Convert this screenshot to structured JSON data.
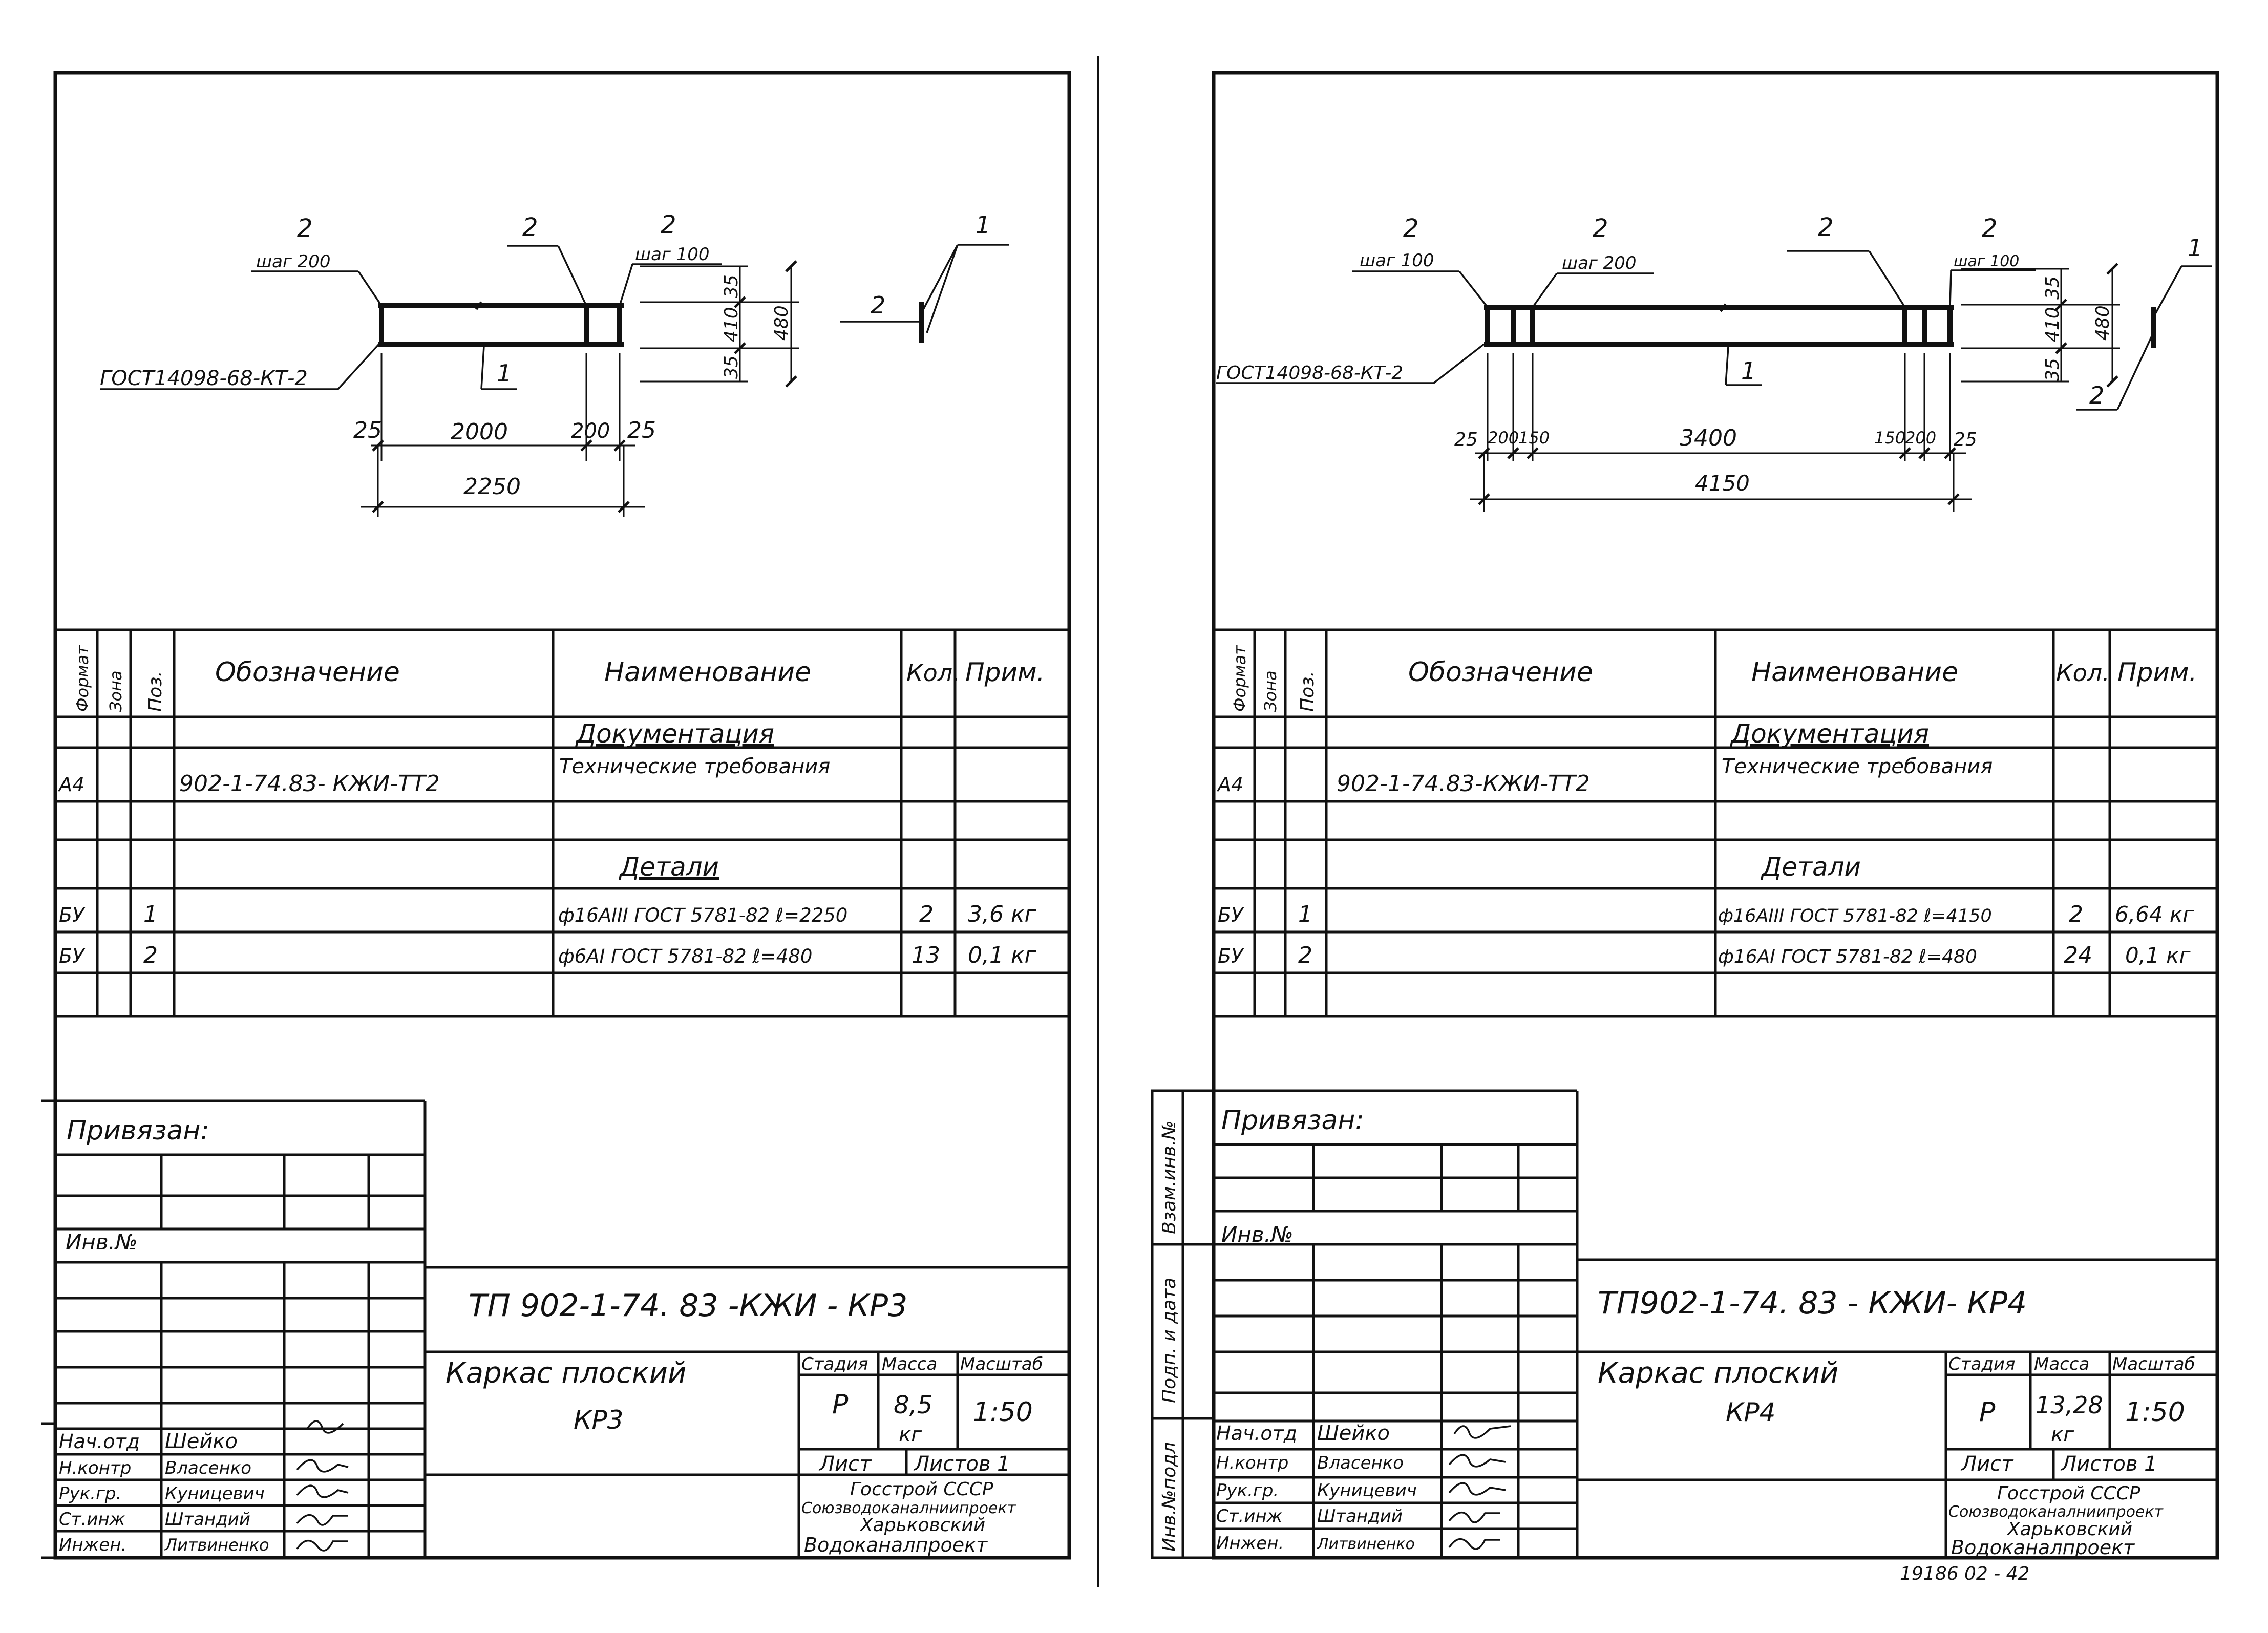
{
  "sheets": [
    {
      "drawing": {
        "callouts": [
          {
            "pos": "2",
            "note": "шаг 200"
          },
          {
            "pos": "2",
            "note": ""
          },
          {
            "pos": "2",
            "note": "шаг 100"
          },
          {
            "pos": "1",
            "note": ""
          }
        ],
        "gost_label": "ГОСТ14098-68-КТ-2",
        "bar_marker": "1",
        "section_pos1": "1",
        "section_pos2": "2",
        "height_dims": [
          "35",
          "410",
          "35",
          "480"
        ],
        "length_dims": [
          "25",
          "2000",
          "200",
          "25"
        ],
        "total_length": "2250"
      },
      "spec_table": {
        "headers": [
          "Формат",
          "Зона",
          "Поз.",
          "Обозначение",
          "Наименование",
          "Кол.",
          "Прим."
        ],
        "section_docs": "Документация",
        "section_details": "Детали",
        "rows": [
          {
            "format": "А4",
            "zone": "",
            "pos": "",
            "designation": "902-1-74.83- КЖИ-ТТ2",
            "name": "Технические требования",
            "qty": "",
            "note": ""
          },
          {
            "format": "БУ",
            "zone": "",
            "pos": "1",
            "designation": "",
            "name": "ф16АIII ГОСТ 5781-82 ℓ=2250",
            "qty": "2",
            "note": "3,6 кг"
          },
          {
            "format": "БУ",
            "zone": "",
            "pos": "2",
            "designation": "",
            "name": "ф6АI ГОСТ 5781-82 ℓ=480",
            "qty": "13",
            "note": "0,1 кг"
          }
        ]
      },
      "title_block": {
        "linked": "Привязан:",
        "inv": "Инв.№",
        "signatures": [
          {
            "role": "Нач.отд",
            "name": "Шейко"
          },
          {
            "role": "Н.контр",
            "name": "Власенко"
          },
          {
            "role": "Рук.гр.",
            "name": "Куницевич"
          },
          {
            "role": "Ст.инж",
            "name": "Штандий"
          },
          {
            "role": "Инжен.",
            "name": "Литвиненко"
          }
        ],
        "code": "ТП 902-1-74. 83    -КЖИ - КР3",
        "title_line1": "Каркас плоский",
        "title_line2": "КР3",
        "stage_label": "Стадия",
        "mass_label": "Масса",
        "scale_label": "Масштаб",
        "stage": "Р",
        "mass": "8,5",
        "mass_unit": "кг",
        "scale": "1:50",
        "sheet_label": "Лист",
        "sheets_label": "Листов 1",
        "org_line1": "Госстрой СССР",
        "org_line2": "Союзводоканалниипроект",
        "org_line3": "Харьковский",
        "org_line4": "Водоканалпроект"
      }
    },
    {
      "drawing": {
        "callouts": [
          {
            "pos": "2",
            "note": "шаг 100"
          },
          {
            "pos": "2",
            "note": "шаг 200"
          },
          {
            "pos": "2",
            "note": ""
          },
          {
            "pos": "2",
            "note": "шаг 100"
          },
          {
            "pos": "1",
            "note": ""
          }
        ],
        "gost_label": "ГОСТ14098-68-КТ-2",
        "bar_marker": "1",
        "section_pos2": "2",
        "height_dims": [
          "35",
          "410",
          "35",
          "480"
        ],
        "length_dims": [
          "25",
          "200",
          "150",
          "3400",
          "150",
          "200",
          "25"
        ],
        "total_length": "4150"
      },
      "spec_table": {
        "headers": [
          "Формат",
          "Зона",
          "Поз.",
          "Обозначение",
          "Наименование",
          "Кол.",
          "Прим."
        ],
        "section_docs": "Документация",
        "section_details": "Детали",
        "rows": [
          {
            "format": "А4",
            "zone": "",
            "pos": "",
            "designation": "902-1-74.83-КЖИ-ТТ2",
            "name": "Технические требования",
            "qty": "",
            "note": ""
          },
          {
            "format": "БУ",
            "zone": "",
            "pos": "1",
            "designation": "",
            "name": "ф16АIII ГОСТ 5781-82 ℓ=4150",
            "qty": "2",
            "note": "6,64 кг"
          },
          {
            "format": "БУ",
            "zone": "",
            "pos": "2",
            "designation": "",
            "name": "ф16АI ГОСТ 5781-82 ℓ=480",
            "qty": "24",
            "note": "0,1 кг"
          }
        ]
      },
      "title_block": {
        "linked": "Привязан:",
        "inv": "Инв.№",
        "side_labels": [
          "Инв.№подл",
          "Подп. и дата",
          "Взам.инв.№"
        ],
        "signatures": [
          {
            "role": "Нач.отд",
            "name": "Шейко"
          },
          {
            "role": "Н.контр",
            "name": "Власенко"
          },
          {
            "role": "Рук.гр.",
            "name": "Куницевич"
          },
          {
            "role": "Ст.инж",
            "name": "Штандий"
          },
          {
            "role": "Инжен.",
            "name": "Литвиненко"
          }
        ],
        "code": "ТП902-1-74. 83   - КЖИ-  КР4",
        "title_line1": "Каркас плоский",
        "title_line2": "КР4",
        "stage_label": "Стадия",
        "mass_label": "Масса",
        "scale_label": "Масштаб",
        "stage": "Р",
        "mass": "13,28",
        "mass_unit": "кг",
        "scale": "1:50",
        "sheet_label": "Лист",
        "sheets_label": "Листов 1",
        "org_line1": "Госстрой СССР",
        "org_line2": "Союзводоканалниипроект",
        "org_line3": "Харьковский",
        "org_line4": "Водоканалпроект"
      }
    }
  ],
  "archive_number": "19186 02 - 42"
}
